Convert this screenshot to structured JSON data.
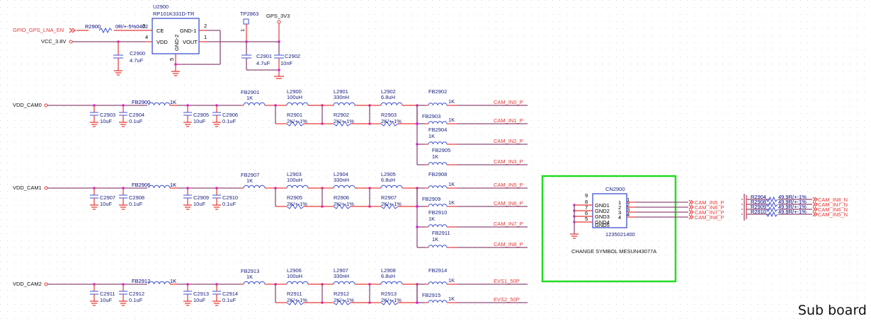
{
  "ldo": {
    "ref": "U2900",
    "part": "RP101K331D-TR",
    "pins": {
      "ce": "CE",
      "vdd": "VDD",
      "gnd1": "GND-1",
      "gnd2": "GND-2",
      "vout": "VOUT",
      "p1": "1",
      "p2": "2",
      "p3": "3",
      "p4": "4",
      "p5": "5"
    },
    "enable_net": "GPIO_GPS_LNA_EN",
    "supply_net": "VCC_3.8V",
    "output_net": "GPS_3V3",
    "testpoint": "TP2863",
    "testpoint_pin": "1",
    "r_ref": "R2900",
    "r_val": "0R/+-5%0402",
    "caps": [
      {
        "ref": "C2900",
        "val": "4.7uF"
      },
      {
        "ref": "C2901",
        "val": "4.7uF"
      },
      {
        "ref": "C2902",
        "val": "10nF"
      }
    ]
  },
  "channels": [
    {
      "supply": "VDD_CAM0",
      "fb_in": {
        "ref": "FB2900",
        "val": "1K"
      },
      "fb_main": {
        "ref": "FB2901",
        "val": "1K"
      },
      "caps": [
        {
          "ref": "C2903",
          "val": "10uF"
        },
        {
          "ref": "C2904",
          "val": "0.1uF"
        },
        {
          "ref": "C2905",
          "val": "10uF"
        },
        {
          "ref": "C2906",
          "val": "0.1uF"
        }
      ],
      "inductors": [
        {
          "ref": "L2900",
          "val": "100uH"
        },
        {
          "ref": "L2901",
          "val": "330nH"
        },
        {
          "ref": "L2902",
          "val": "6.8uH"
        }
      ],
      "resistors": [
        {
          "ref": "R2901",
          "val": "2K/+-1%"
        },
        {
          "ref": "R2902",
          "val": "2K/+-1%"
        },
        {
          "ref": "R2903",
          "val": "2K/+-1%"
        }
      ],
      "outputs": [
        {
          "fb": "FB2902",
          "val": "1K",
          "net": "CAM_IN0_P"
        },
        {
          "fb": "FB2903",
          "val": "1K",
          "net": "CAM_IN1_P"
        },
        {
          "fb": "FB2904",
          "val": "1K",
          "net": "CAM_IN2_P"
        },
        {
          "fb": "FB2905",
          "val": "1K",
          "net": "CAM_IN3_P"
        }
      ]
    },
    {
      "supply": "VDD_CAM1",
      "fb_in": {
        "ref": "FB2906",
        "val": "1K"
      },
      "fb_main": {
        "ref": "FB2907",
        "val": "1K"
      },
      "caps": [
        {
          "ref": "C2907",
          "val": "10uF"
        },
        {
          "ref": "C2908",
          "val": "0.1uF"
        },
        {
          "ref": "C2909",
          "val": "10uF"
        },
        {
          "ref": "C2910",
          "val": "0.1uF"
        }
      ],
      "inductors": [
        {
          "ref": "L2903",
          "val": "100uH"
        },
        {
          "ref": "L2904",
          "val": "330nH"
        },
        {
          "ref": "L2905",
          "val": "6.8uH"
        }
      ],
      "resistors": [
        {
          "ref": "R2905",
          "val": "2K/+-1%"
        },
        {
          "ref": "R2906",
          "val": "2K/+-1%"
        },
        {
          "ref": "R2907",
          "val": "2K/+-1%"
        }
      ],
      "outputs": [
        {
          "fb": "FB2908",
          "val": "1K",
          "net": "CAM_IN5_P"
        },
        {
          "fb": "FB2909",
          "val": "1K",
          "net": "CAM_IN6_P"
        },
        {
          "fb": "FB2910",
          "val": "1K",
          "net": "CAM_IN7_P"
        },
        {
          "fb": "FB2911",
          "val": "1K",
          "net": "CAM_IN8_P"
        }
      ]
    },
    {
      "supply": "VDD_CAM2",
      "fb_in": {
        "ref": "FB2912",
        "val": "1K"
      },
      "fb_main": {
        "ref": "FB2913",
        "val": "1K"
      },
      "caps": [
        {
          "ref": "C2911",
          "val": "10uF"
        },
        {
          "ref": "C2912",
          "val": "0.1uF"
        },
        {
          "ref": "C2913",
          "val": "10uF"
        },
        {
          "ref": "C2914",
          "val": "0.1uF"
        }
      ],
      "inductors": [
        {
          "ref": "L2906",
          "val": "100uH"
        },
        {
          "ref": "L2907",
          "val": "330nH"
        },
        {
          "ref": "L2908",
          "val": "6.8uH"
        }
      ],
      "resistors": [
        {
          "ref": "R2911",
          "val": "2K/+-1%"
        },
        {
          "ref": "R2912",
          "val": "2K/+-1%"
        },
        {
          "ref": "R2913",
          "val": "2K/+-1%"
        }
      ],
      "outputs": [
        {
          "fb": "FB2914",
          "val": "1K",
          "net": "EVS1_50P"
        },
        {
          "fb": "FB2915",
          "val": "1K",
          "net": "EVS2_50P"
        }
      ]
    }
  ],
  "connector": {
    "ref": "CN2900",
    "part": "1235021400",
    "note": "CHANGE SYMBOL MESUN43077A",
    "highlight_color": "#22dd22",
    "left_pins": [
      {
        "num": "9",
        "name": "GND1"
      },
      {
        "num": "8",
        "name": "GND2"
      },
      {
        "num": "7",
        "name": "GND3"
      },
      {
        "num": "6",
        "name": "GND4"
      },
      {
        "num": "5",
        "name": "GND5"
      }
    ],
    "right_pins": [
      {
        "inner": "1",
        "outer": "1"
      },
      {
        "inner": "2",
        "outer": "2"
      },
      {
        "inner": "3",
        "outer": "3"
      },
      {
        "inner": "4",
        "outer": "4"
      }
    ],
    "nets": [
      "CAM_IN5_P",
      "CAM_IN6_P",
      "CAM_IN7_P",
      "CAM_IN8_P"
    ]
  },
  "terminations": [
    {
      "ref": "R2904",
      "val": "49.9R/+-1%",
      "net": "CAM_IN8_N"
    },
    {
      "ref": "R2908",
      "val": "49.9R/+-1%",
      "net": "CAM_IN7_N"
    },
    {
      "ref": "R2909",
      "val": "49.9R/+-1%",
      "net": "CAM_IN6_N"
    },
    {
      "ref": "R2910",
      "val": "49.9R/+-1%",
      "net": "CAM_IN5_N"
    }
  ],
  "footer": {
    "label": "Sub board"
  },
  "colors": {
    "wire": "#8e4a78",
    "pin": "#e53935",
    "body": "#3f51d0",
    "junction": "#e020e0",
    "net_label": "#e53935",
    "text": "#1a237e"
  }
}
